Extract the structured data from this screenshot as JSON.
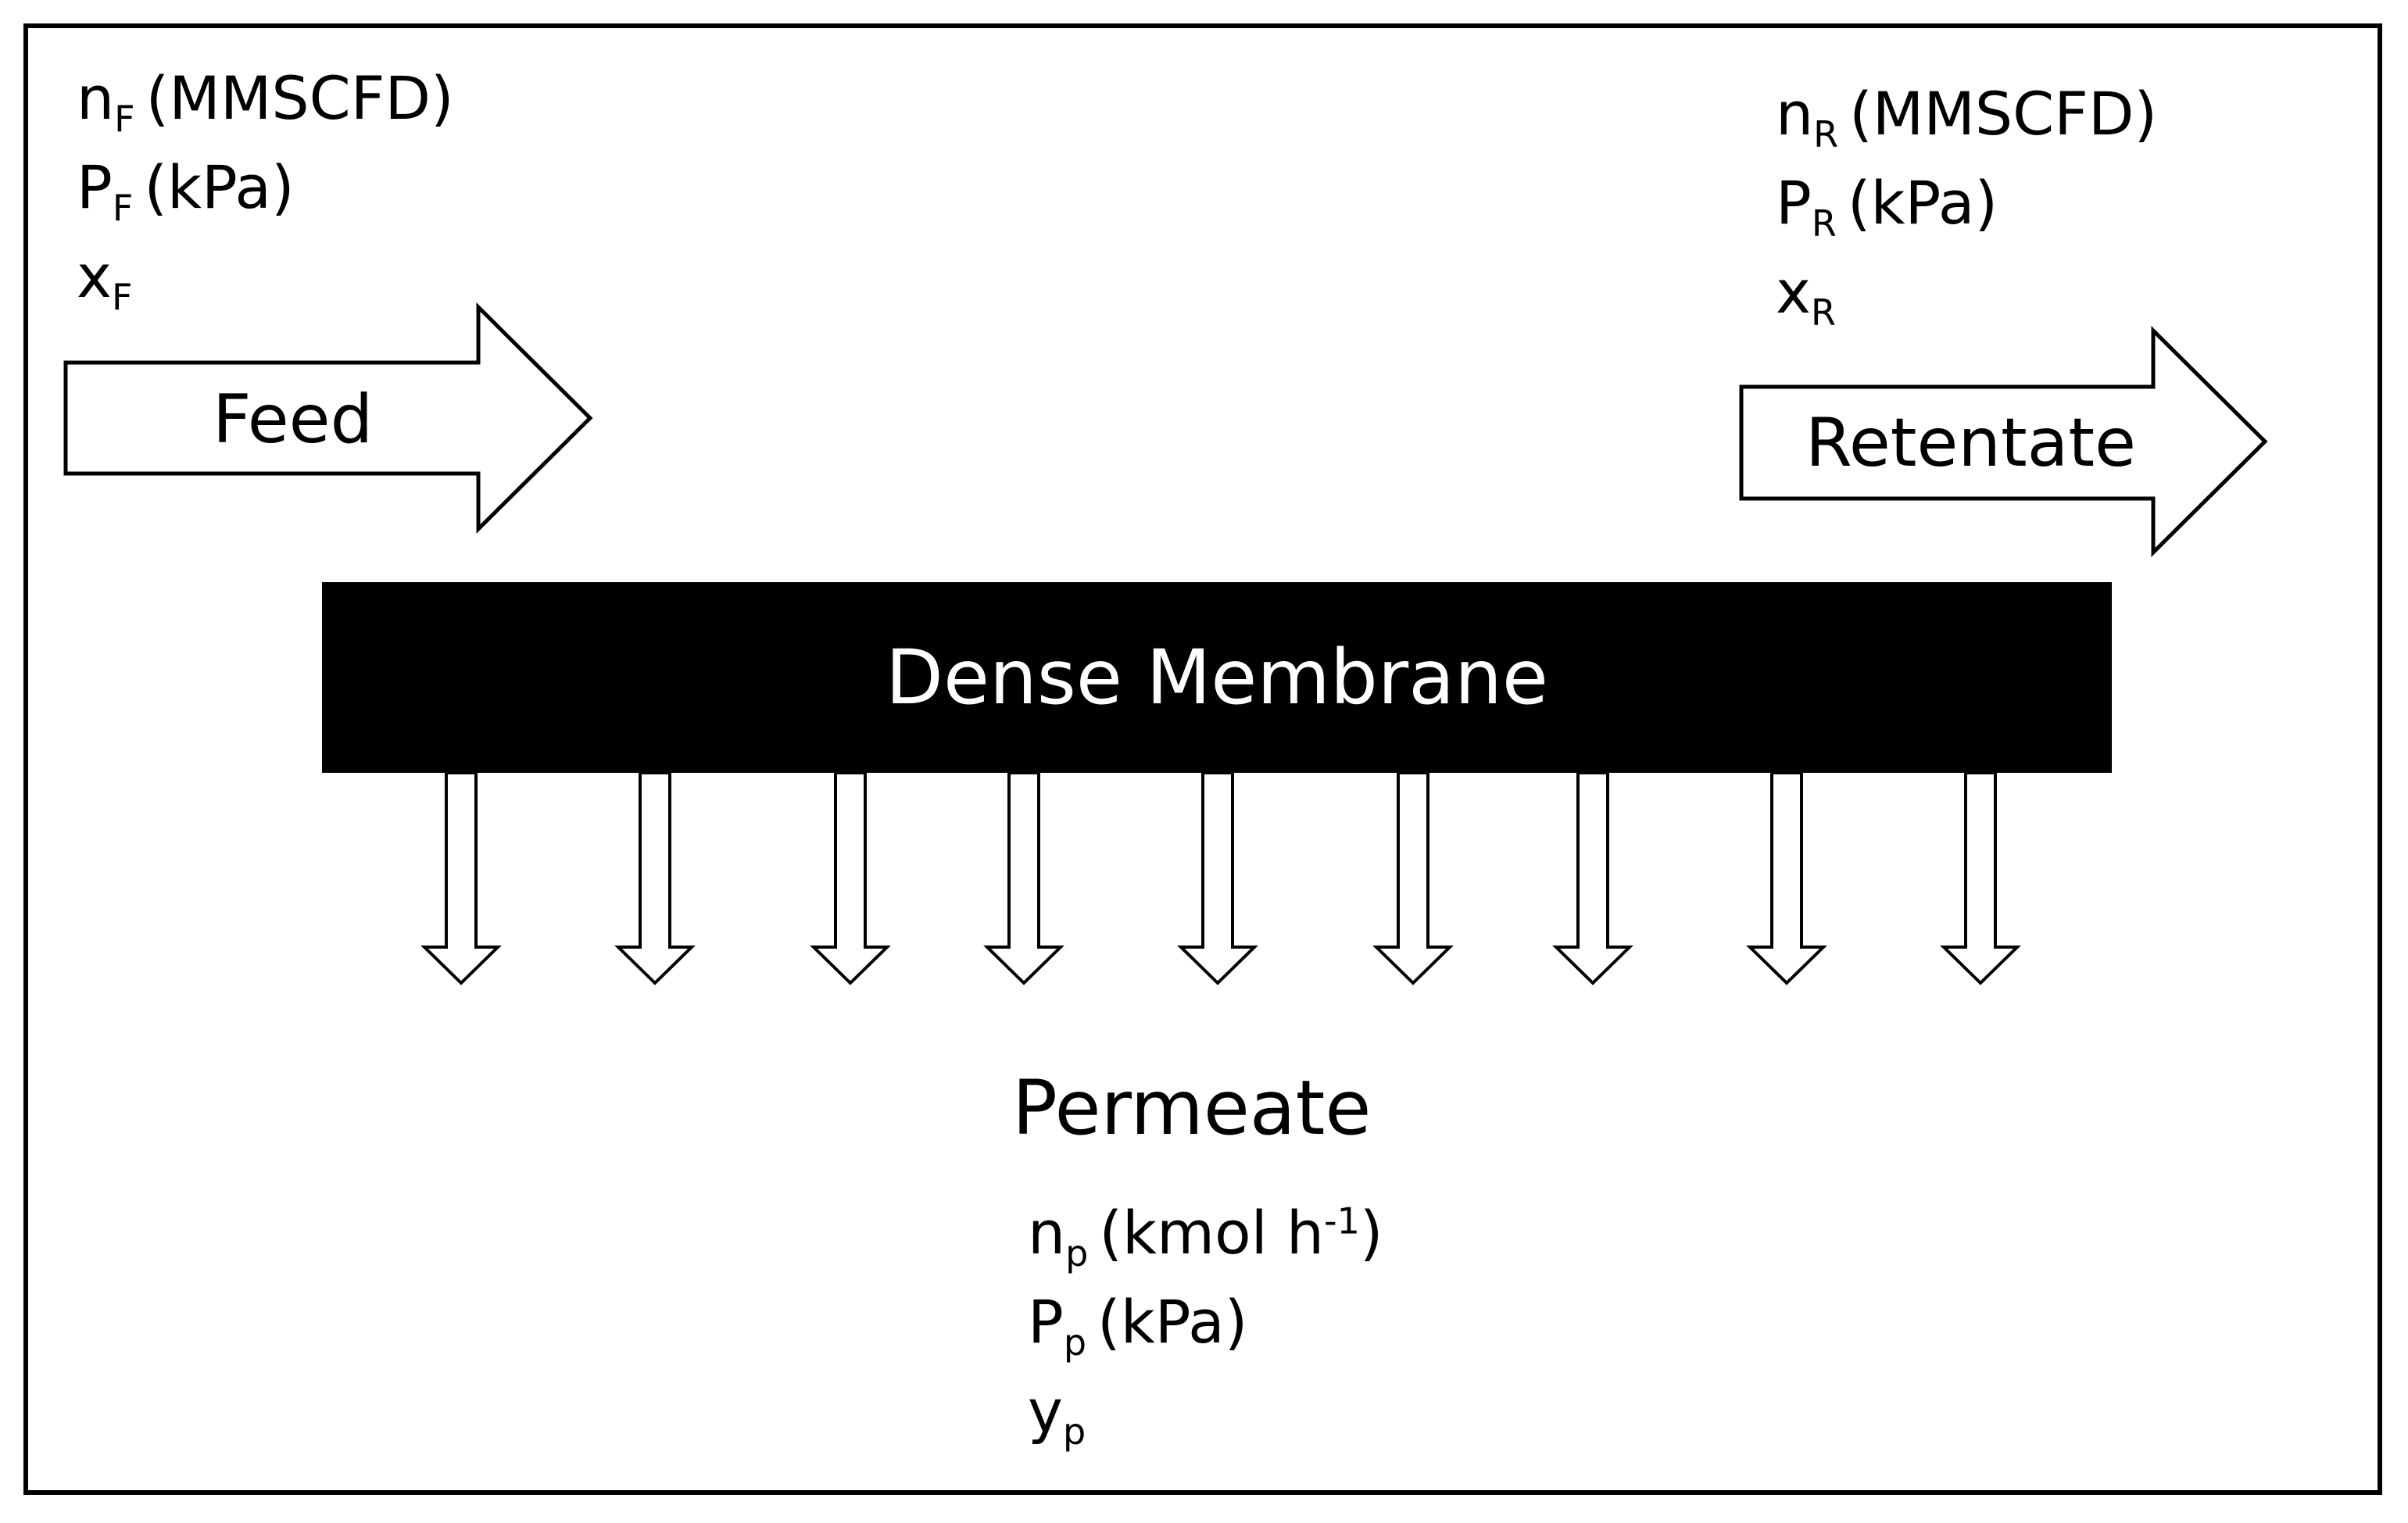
{
  "feed": {
    "label": "Feed",
    "vars": [
      {
        "base": "n",
        "sub": "F",
        "unit": "(MMSCFD)"
      },
      {
        "base": "P",
        "sub": "F",
        "unit": "(kPa)"
      },
      {
        "base": "x",
        "sub": "F",
        "unit": ""
      }
    ]
  },
  "retentate": {
    "label": "Retentate",
    "vars": [
      {
        "base": "n",
        "sub": "R",
        "unit": "(MMSCFD)"
      },
      {
        "base": "P",
        "sub": "R",
        "unit": "(kPa)"
      },
      {
        "base": "x",
        "sub": "R",
        "unit": ""
      }
    ]
  },
  "membrane": {
    "label": "Dense Membrane"
  },
  "permeate": {
    "label": "Permeate",
    "vars": [
      {
        "base": "n",
        "sub": "p",
        "unit_before_sup": "(kmol h",
        "sup": "-1",
        "unit_after_sup": ")"
      },
      {
        "base": "P",
        "sub": "p",
        "unit": "(kPa)"
      },
      {
        "base": "y",
        "sub": "p",
        "unit": ""
      }
    ]
  },
  "colors": {
    "membrane_fill": "#000000",
    "membrane_text": "#ffffff",
    "arrow_fill": "#ffffff",
    "arrow_stroke": "#000000"
  }
}
